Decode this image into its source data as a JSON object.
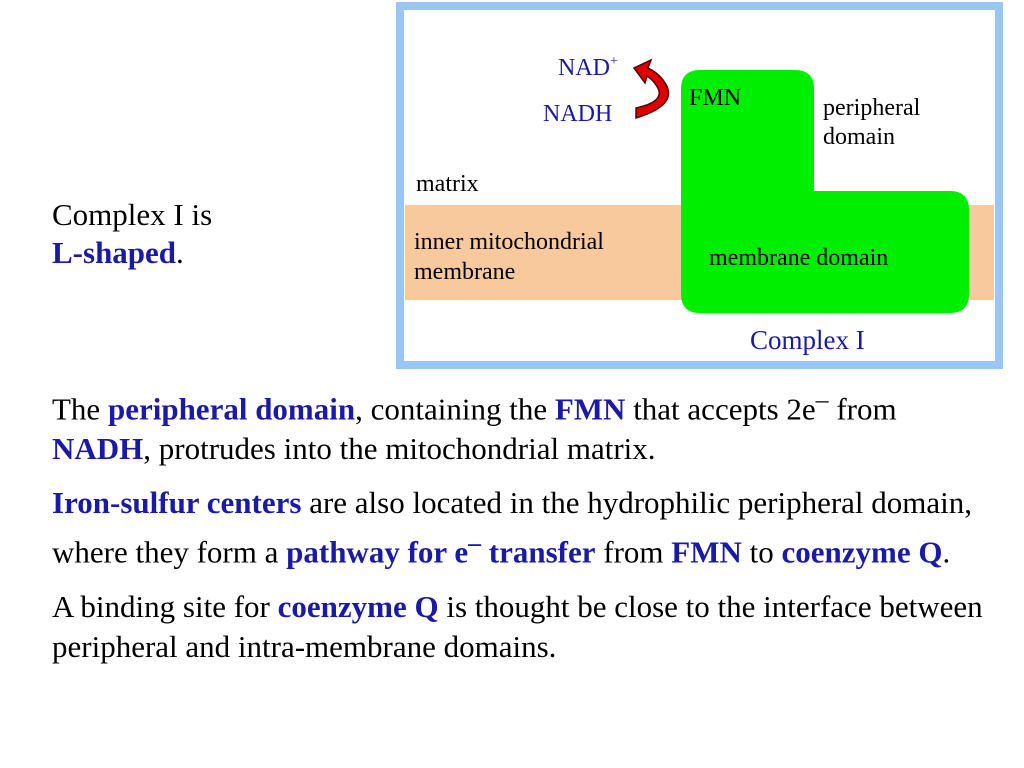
{
  "intro": {
    "line1": "Complex I is",
    "emph": "L-shaped",
    "end": "."
  },
  "diagram": {
    "nad": "NAD",
    "nad_sup": "+",
    "nadh": "NADH",
    "fmn": "FMN",
    "peripheral_line1": "peripheral",
    "peripheral_line2": "domain",
    "matrix": "matrix",
    "membrane_line1": "inner mitochondrial",
    "membrane_line2": "membrane",
    "membrane_domain": "membrane domain",
    "complex_label": "Complex I",
    "colors": {
      "frame": "#99c6f5",
      "membrane": "#f8c99c",
      "protein": "#00ee00",
      "arrow": "#dd0000",
      "label_blue": "#1a1aa6"
    }
  },
  "paragraphs": {
    "p1": {
      "t1": "The ",
      "b1": "peripheral domain",
      "t2": ", containing the ",
      "b2": "FMN",
      "t3": " that accepts 2e",
      "sup1": "–",
      "t4": " from ",
      "b3": "NADH",
      "t5": ", protrudes into the mitochondrial matrix."
    },
    "p2": {
      "b1": "Iron-sulfur centers",
      "t1": " are also located in the hydrophilic peripheral domain, where they form a ",
      "b2": "pathway for e",
      "sup1": "–",
      "b3": " transfer",
      "t2": " from ",
      "b4": "FMN",
      "t3": " to ",
      "b5": "coenzyme Q",
      "t4": "."
    },
    "p3": {
      "t1": "A binding site for ",
      "b1": "coenzyme Q",
      "t2": " is thought be close to the interface between peripheral and intra-membrane domains."
    }
  }
}
